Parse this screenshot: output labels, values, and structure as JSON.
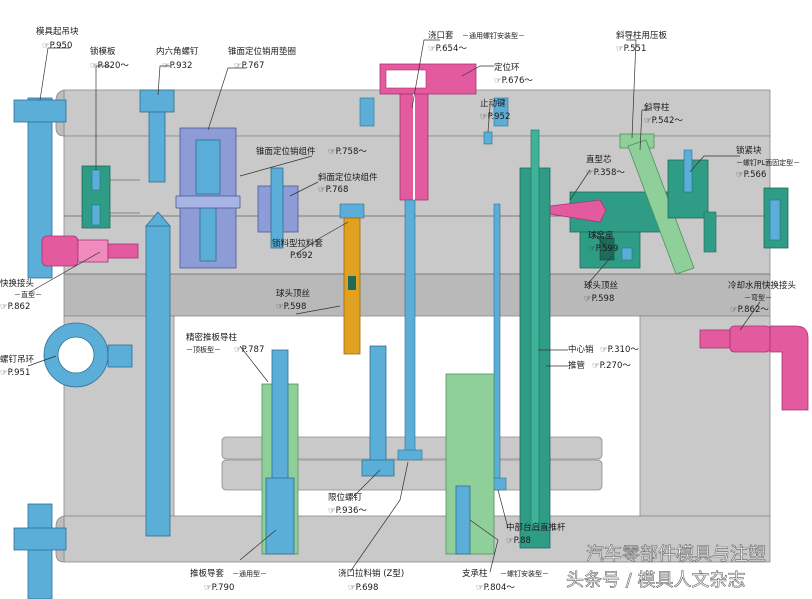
{
  "colors": {
    "plate": "#c9c9c9",
    "blue_part": "#5aaed8",
    "violet_part": "#8d9bd6",
    "green_part": "#8fcf9a",
    "teal_part": "#2f9d86",
    "pink_part": "#e35b9e",
    "orange_part": "#e0a020",
    "label_text": "#1a1a1a"
  },
  "labels": {
    "l1": {
      "name": "模具起吊块",
      "sub": "",
      "ref": "☞P.950"
    },
    "l2": {
      "name": "锁模板",
      "sub": "",
      "ref": "☞P.820～"
    },
    "l3": {
      "name": "内六角螺钉",
      "sub": "",
      "ref": "☞P.932"
    },
    "l4": {
      "name": "锥面定位销用垫圈",
      "sub": "",
      "ref": "☞P.767"
    },
    "l5": {
      "name": "浇口套",
      "sub": "－通用螺钉安装型－",
      "ref": "☞P.654～"
    },
    "l6": {
      "name": "定位环",
      "sub": "",
      "ref": "☞P.676～"
    },
    "l7": {
      "name": "止动键",
      "sub": "",
      "ref": "☞P.952"
    },
    "l8": {
      "name": "斜导柱用压板",
      "sub": "",
      "ref": "☞P.551"
    },
    "l9": {
      "name": "斜导柱",
      "sub": "",
      "ref": "☞P.542～"
    },
    "l10": {
      "name": "锁紧块",
      "sub": "－螺钉PL面固定型－",
      "ref": "☞P.566"
    },
    "l11": {
      "name": "锥面定位销组件",
      "sub": "",
      "ref": "☞P.758～"
    },
    "l12": {
      "name": "斜面定位块组件",
      "sub": "",
      "ref": "☞P.768"
    },
    "l13": {
      "name": "直型芯",
      "sub": "",
      "ref": "☞P.358～"
    },
    "l14": {
      "name": "锁料型拉料套",
      "sub": "",
      "ref": "P.692"
    },
    "l15": {
      "name": "球窝座",
      "sub": "",
      "ref": "☞P.599"
    },
    "l16": {
      "name": "快换接头",
      "sub": "－直型－",
      "ref": "☞P.862"
    },
    "l17": {
      "name": "球头顶丝",
      "sub": "",
      "ref": "☞P.598"
    },
    "l18": {
      "name": "球头顶丝",
      "sub": "",
      "ref": "☞P.598"
    },
    "l19": {
      "name": "冷却水用快换接头",
      "sub": "－弯型－",
      "ref": "☞P.862～"
    },
    "l20": {
      "name": "螺钉吊环",
      "sub": "",
      "ref": "☞P.951"
    },
    "l21": {
      "name": "精密推板导柱",
      "sub": "－顶板型－",
      "ref": "☞P.787"
    },
    "l22": {
      "name": "中心销",
      "sub": "",
      "ref": "☞P.310～"
    },
    "l23": {
      "name": "推管",
      "sub": "",
      "ref": "☞P.270～"
    },
    "l24": {
      "name": "限位螺钉",
      "sub": "",
      "ref": "☞P.936～"
    },
    "l25": {
      "name": "中部台肩直推杆",
      "sub": "",
      "ref": "☞P.88"
    },
    "l26": {
      "name": "推板导套",
      "sub": "－通用型－",
      "ref": "☞P.790"
    },
    "l27": {
      "name": "浇口拉料销 (Z型)",
      "sub": "",
      "ref": "☞P.698"
    },
    "l28": {
      "name": "支承柱",
      "sub": "－螺钉安装型－",
      "ref": "☞P.804～"
    }
  },
  "watermark": {
    "line1": "汽车零部件模具与注塑",
    "line2": "头条号 / 模具人文杂志"
  }
}
